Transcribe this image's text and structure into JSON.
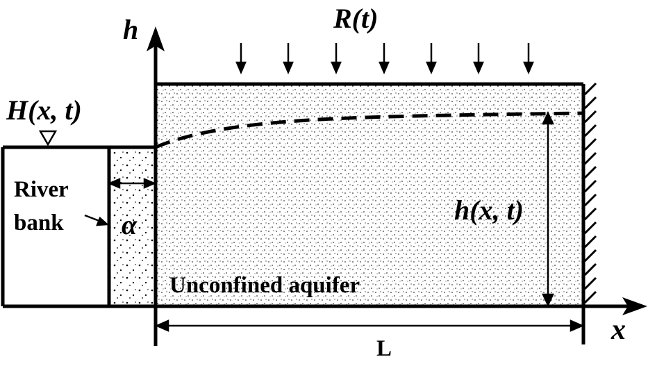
{
  "labels": {
    "vertical_axis": "h",
    "horizontal_axis": "x",
    "recharge": "R(t)",
    "river_stage": "H(x, t)",
    "river_bank_line1": "River",
    "river_bank_line2": "bank",
    "bank_width": "α",
    "water_table_height": "h(x, t)",
    "aquifer": "Unconfined aquifer",
    "length": "L"
  },
  "colors": {
    "line": "#000000",
    "background": "#ffffff"
  }
}
